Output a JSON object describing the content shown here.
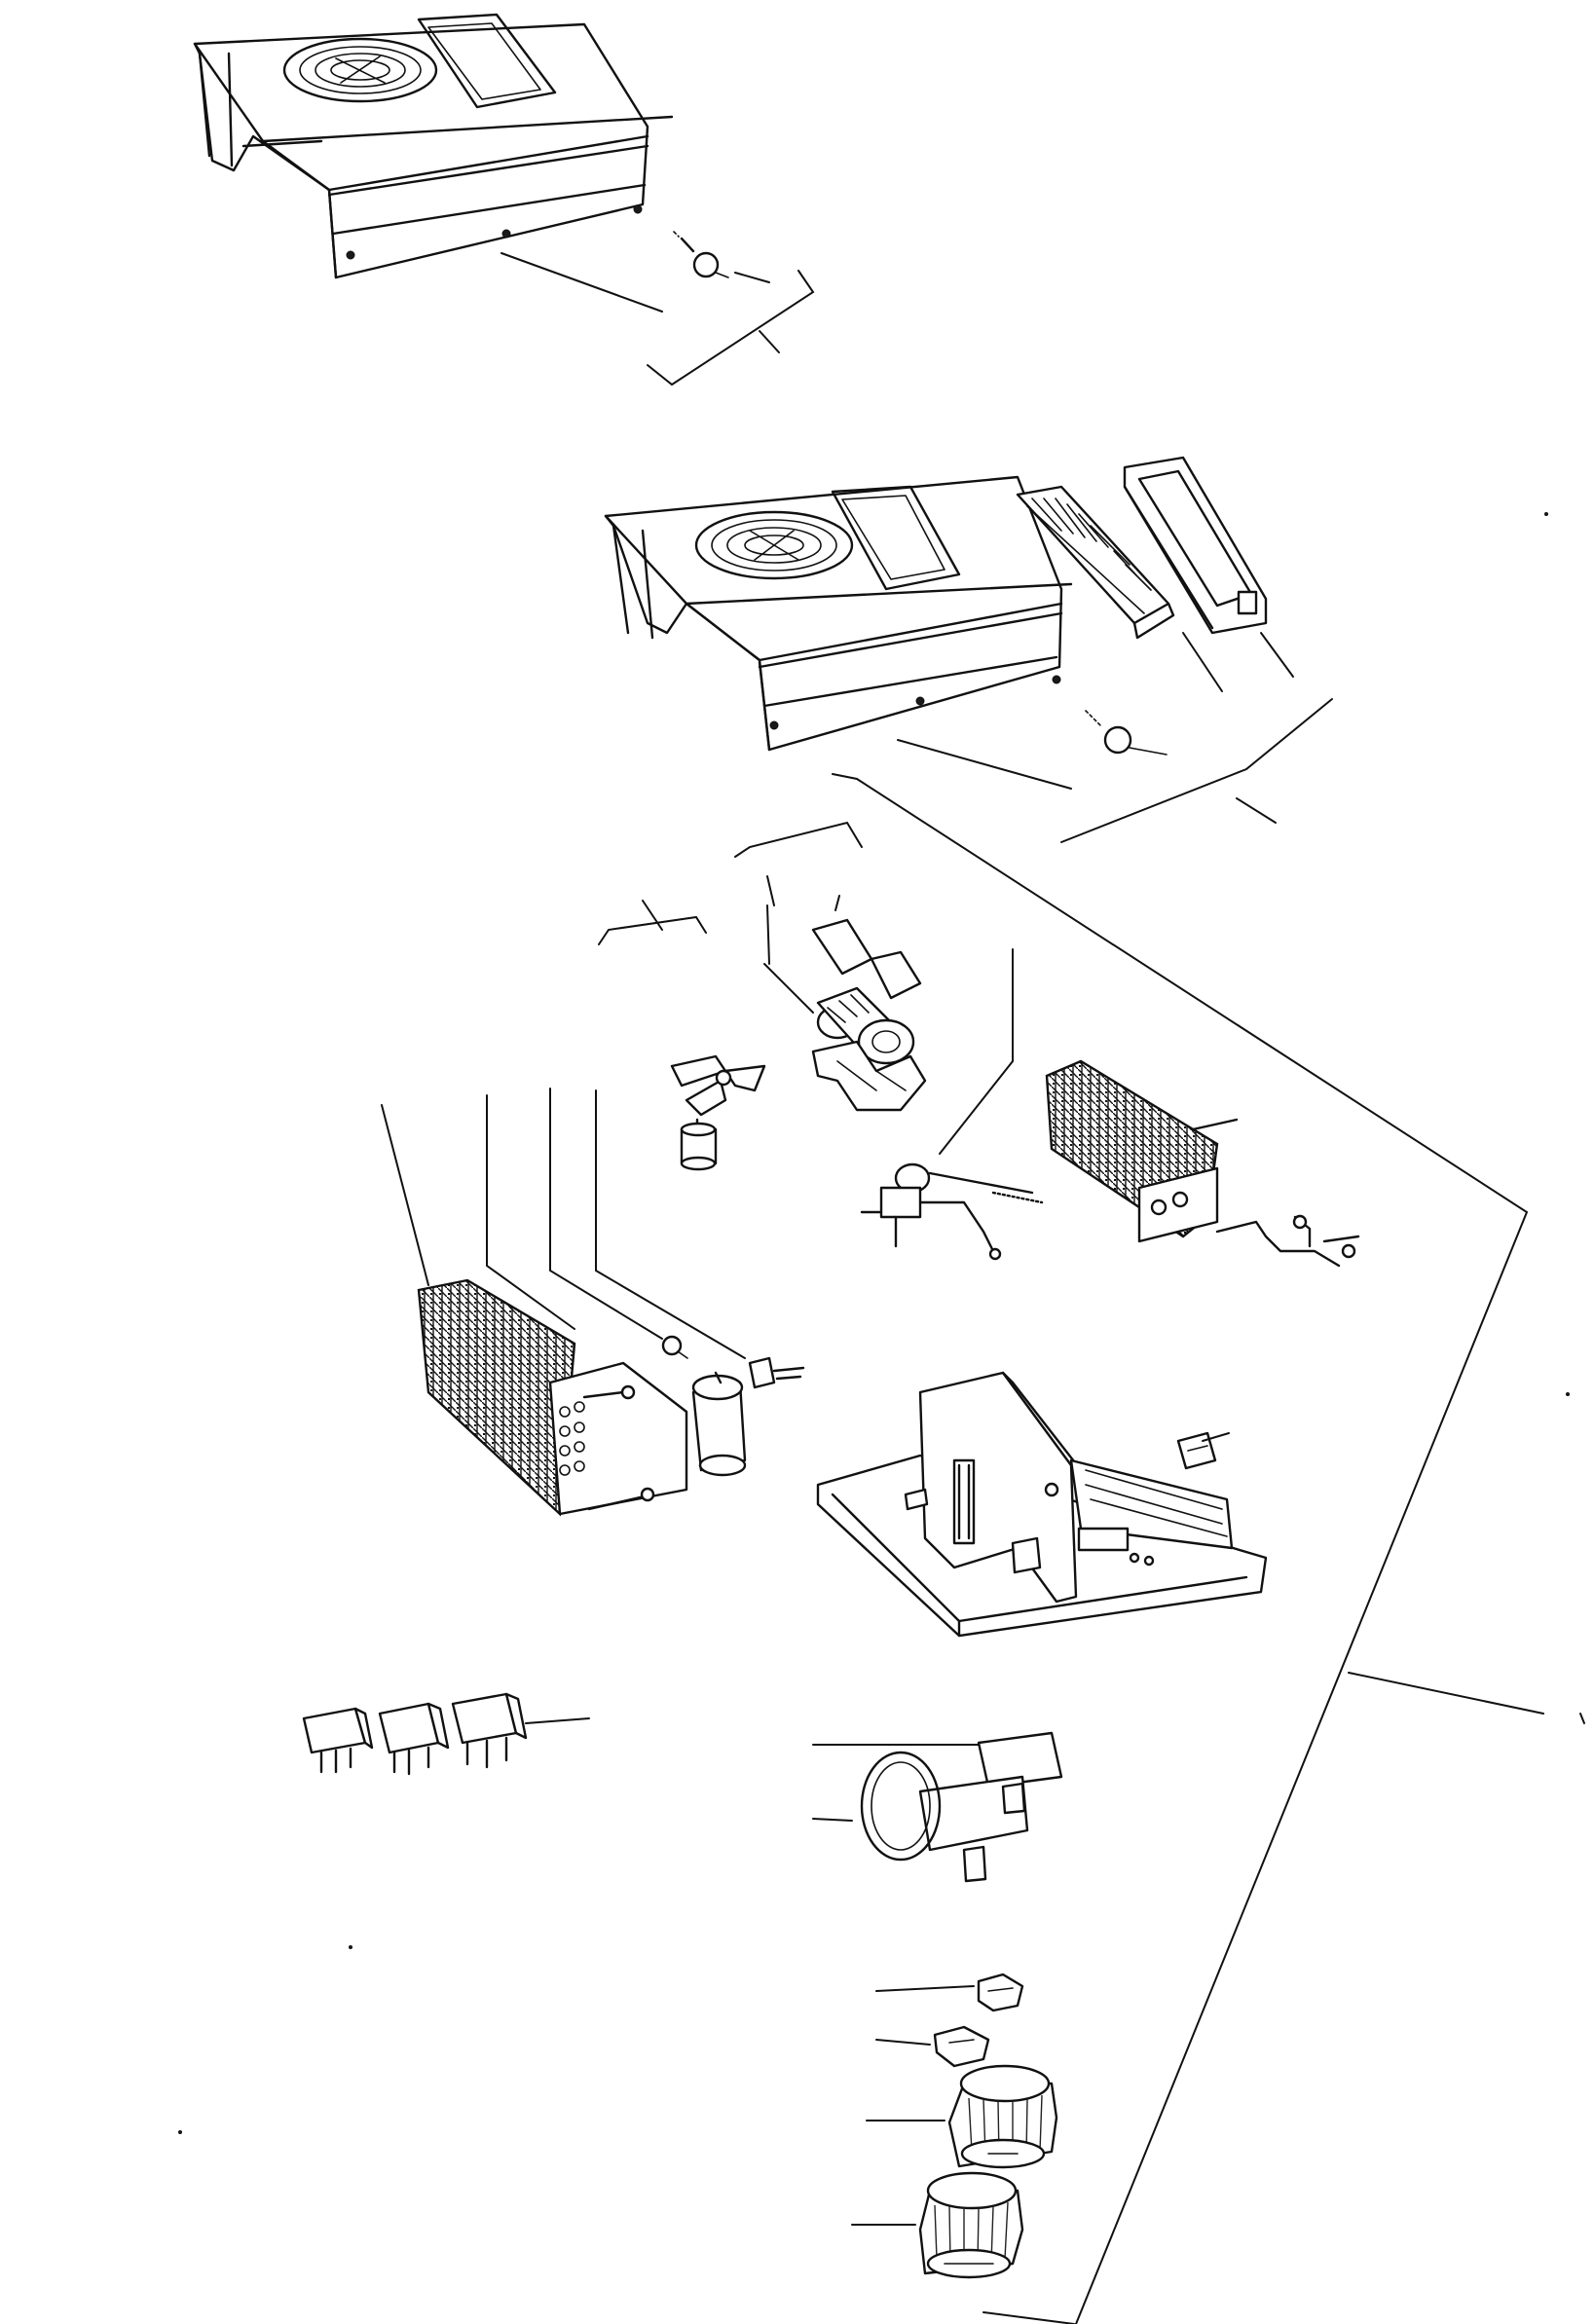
{
  "figure": {
    "title": "",
    "labels": []
  },
  "parts": [
    {
      "id": "upper-cover-a",
      "icon": "cover-icon"
    },
    {
      "id": "upper-cover-b",
      "icon": "cover-icon"
    },
    {
      "id": "louver-grille",
      "icon": "grille-icon"
    },
    {
      "id": "louver-frame",
      "icon": "frame-icon"
    },
    {
      "id": "cover-screw",
      "icon": "screw-icon"
    },
    {
      "id": "blower-motor-shaft",
      "icon": "motor-icon"
    },
    {
      "id": "fan-blade",
      "icon": "fan-icon"
    },
    {
      "id": "fan-motor",
      "icon": "motor-icon"
    },
    {
      "id": "expansion-valve",
      "icon": "valve-icon"
    },
    {
      "id": "heater-core",
      "icon": "heat-exchanger-icon"
    },
    {
      "id": "evaporator-core",
      "icon": "heat-exchanger-icon"
    },
    {
      "id": "capacitor",
      "icon": "capacitor-icon"
    },
    {
      "id": "thermostat-bracket",
      "icon": "bracket-icon"
    },
    {
      "id": "base-frame",
      "icon": "base-frame-icon"
    },
    {
      "id": "relay",
      "icon": "relay-icon"
    },
    {
      "id": "thermo-switch",
      "icon": "switch-icon"
    },
    {
      "id": "knob-plate",
      "icon": "plate-icon"
    },
    {
      "id": "control-knob",
      "icon": "knob-icon"
    }
  ],
  "style": {
    "line_color": "#111111",
    "background": "#ffffff"
  }
}
